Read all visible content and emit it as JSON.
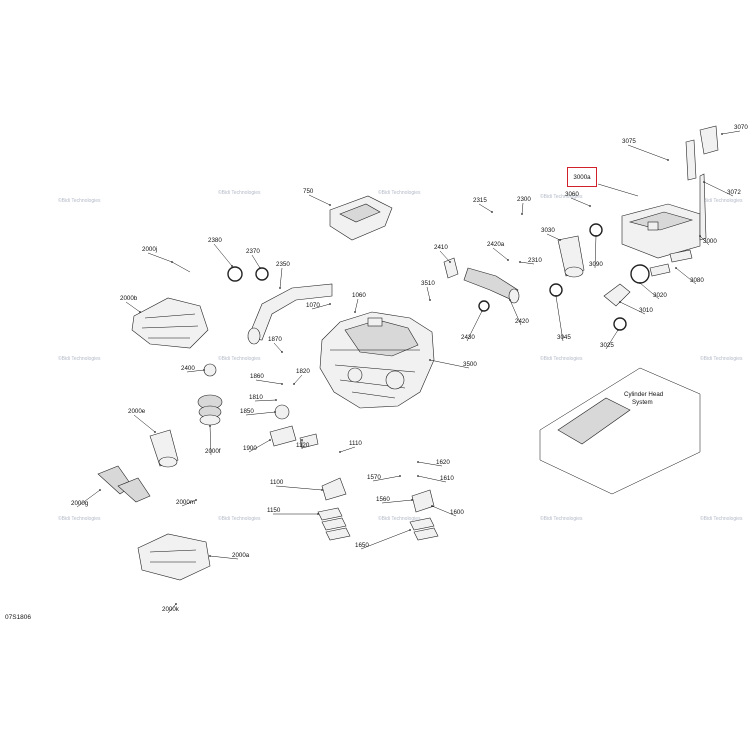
{
  "diagram": {
    "code": "07S1806",
    "highlighted_part": "3000a",
    "highlight_color": "#d0202a",
    "inset_title": "Cylinder Head\nSystem",
    "watermark": "©Bidi Technologies"
  },
  "parts": [
    "3075",
    "3070",
    "3072",
    "3000",
    "3000a",
    "2315",
    "2300",
    "2420a",
    "2410",
    "2310",
    "3030",
    "3090",
    "3080",
    "3020",
    "3010",
    "3025",
    "3045",
    "3060",
    "3510",
    "2420",
    "2430",
    "3500",
    "750",
    "2380",
    "2370",
    "2350",
    "2000j",
    "2000b",
    "1070",
    "1060",
    "1870",
    "2400",
    "1860",
    "1820",
    "1810",
    "2000e",
    "1850",
    "2000f",
    "1900",
    "1120",
    "1110",
    "1620",
    "1570",
    "1610",
    "1100",
    "1560",
    "1600",
    "1150",
    "1650",
    "2000g",
    "2000m",
    "2000a",
    "2000k"
  ]
}
